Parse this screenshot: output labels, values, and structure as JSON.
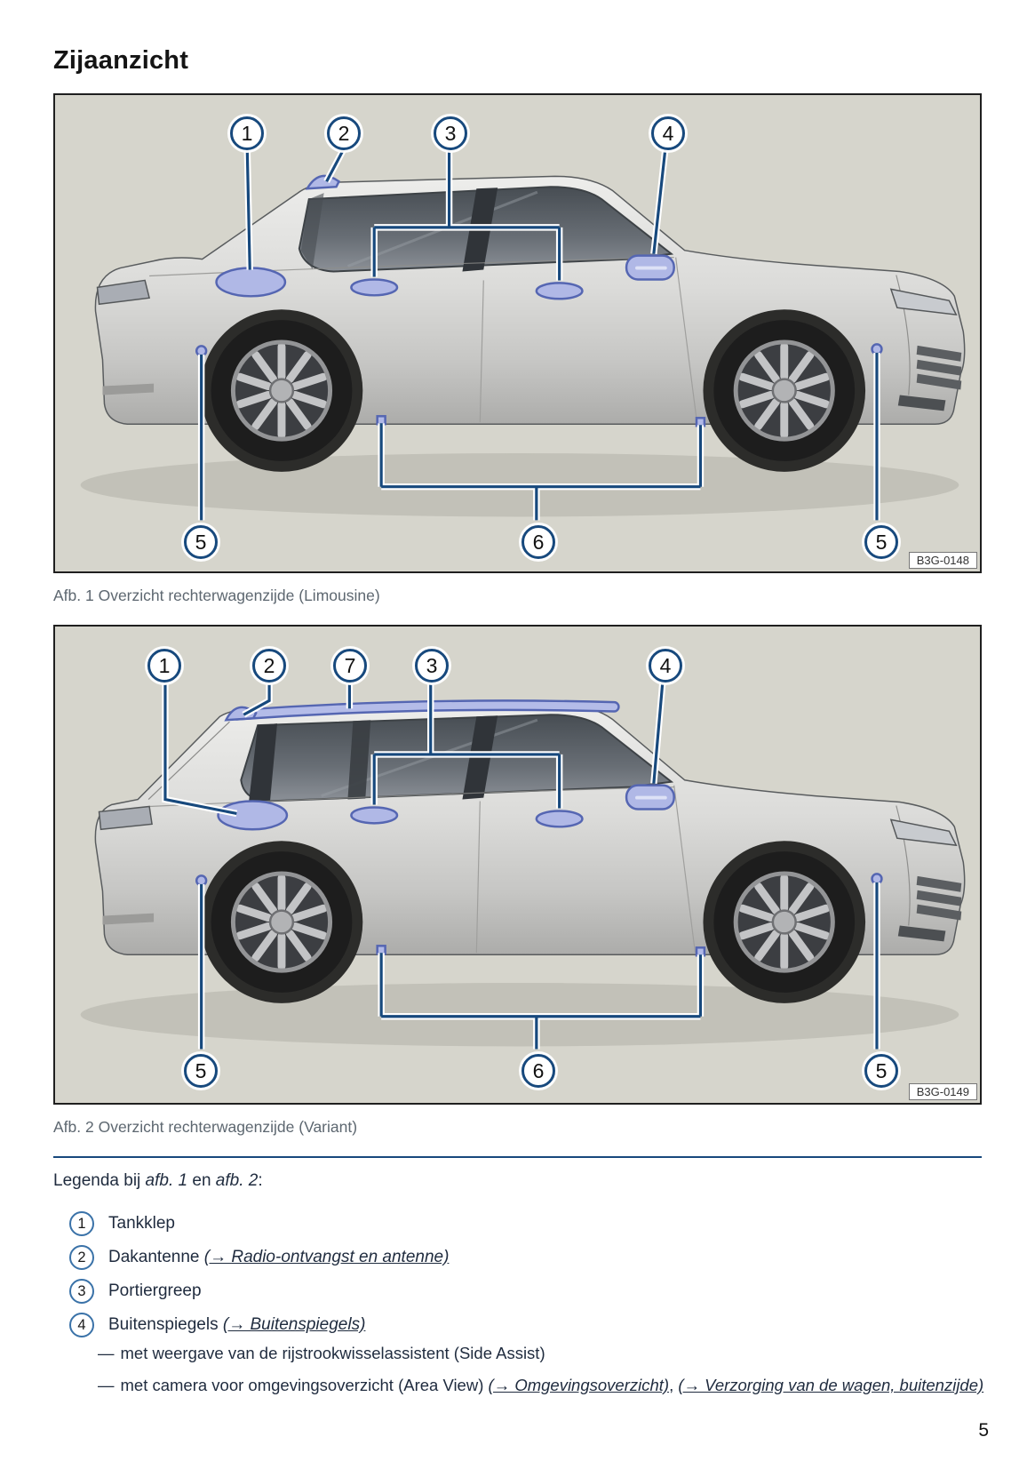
{
  "page": {
    "title": "Zijaanzicht",
    "page_number": "5"
  },
  "colors": {
    "accent_blue": "#17497d",
    "legend_circle_blue": "#3a72a8",
    "highlight_fill": "#b0b8e6",
    "highlight_stroke": "#5566b2",
    "figure_bg": "#d6d5cc",
    "caption_gray": "#5d6770",
    "text_navy": "#1f2b3e"
  },
  "figures": [
    {
      "caption": "Afb. 1 Overzicht rechterwagenzijde (Limousine)",
      "code": "B3G-0148",
      "callouts": [
        "1",
        "2",
        "3",
        "4",
        "5",
        "6",
        "5"
      ]
    },
    {
      "caption": "Afb. 2 Overzicht rechterwagenzijde (Variant)",
      "code": "B3G-0149",
      "callouts": [
        "1",
        "2",
        "7",
        "3",
        "4",
        "5",
        "6",
        "5"
      ]
    }
  ],
  "legend": {
    "heading": {
      "prefix": "Legenda bij ",
      "ref1": "afb. 1",
      "mid": " en ",
      "ref2": "afb. 2",
      "suffix": ":"
    },
    "items": [
      {
        "num": "1",
        "text": "Tankklep",
        "link": ""
      },
      {
        "num": "2",
        "text": "Dakantenne ",
        "link": "(→ Radio-ontvangst en antenne)"
      },
      {
        "num": "3",
        "text": "Portiergreep",
        "link": ""
      },
      {
        "num": "4",
        "text": "Buitenspiegels ",
        "link": "(→ Buitenspiegels)"
      }
    ],
    "subitems": [
      {
        "dash": "—",
        "text": "met weergave van de rijstrookwisselassistent (Side Assist)",
        "link1": "",
        "sep": "",
        "link2": ""
      },
      {
        "dash": "—",
        "text": "met camera voor omgevingsoverzicht (Area View) ",
        "link1": "(→ Omgevingsoverzicht)",
        "sep": ", ",
        "link2": "(→ Verzorging van de wagen, buitenzijde)"
      }
    ]
  }
}
